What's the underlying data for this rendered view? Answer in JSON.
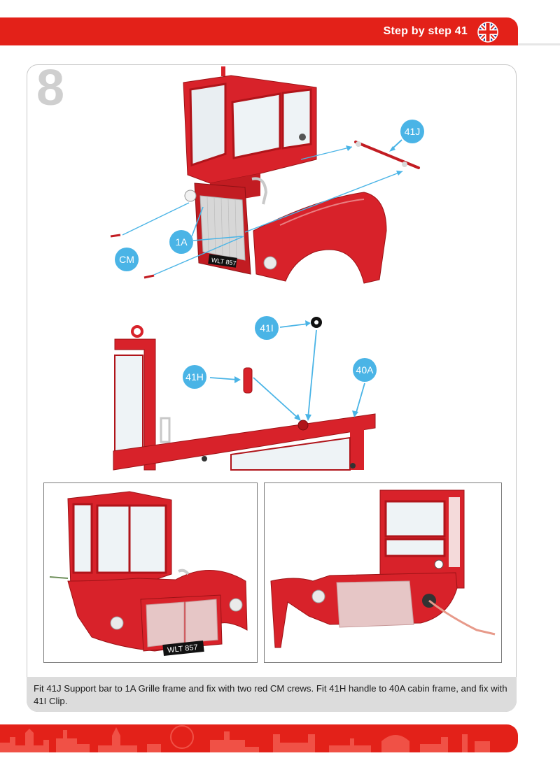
{
  "header": {
    "title": "Step by step 41",
    "flag_icon": "uk-flag-icon",
    "accent_color": "#e32119"
  },
  "step": {
    "number": "8"
  },
  "callouts": {
    "support_bar": "41J",
    "grille_frame": "1A",
    "screws": "CM",
    "clip": "41I",
    "handle": "41H",
    "cabin_frame": "40A"
  },
  "plates": {
    "front": "WLT 857",
    "inset": "WLT 857"
  },
  "caption": "Fit 41J Support bar to 1A Grille frame and fix with two red CM crews. Fit 41H handle to 40A cabin frame, and fix with 41I Clip.",
  "colors": {
    "model_red": "#d8222a",
    "callout_blue": "#4ab4e6",
    "caption_bg": "#dcdcdc"
  }
}
